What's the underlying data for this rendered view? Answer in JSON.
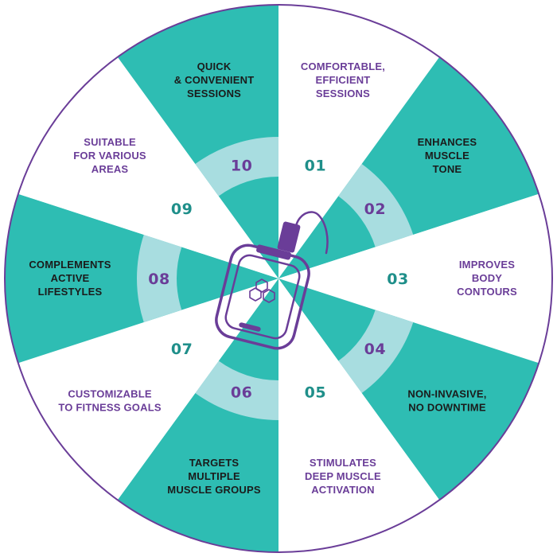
{
  "colors": {
    "teal": "#2ebdb3",
    "teal_light": "#a8dde0",
    "purple": "#6a3d98",
    "dark_text": "#1b1b1b",
    "ring": "#6a3d98",
    "white": "#ffffff"
  },
  "center_icon": "ems-pad-device-icon",
  "segments": [
    {
      "number": "01",
      "label": "COMFORTABLE,\nEFFICIENT\nSESSIONS",
      "fill": "white"
    },
    {
      "number": "02",
      "label": "ENHANCES\nMUSCLE\nTONE",
      "fill": "teal"
    },
    {
      "number": "03",
      "label": "IMPROVES\nBODY\nCONTOURS",
      "fill": "white"
    },
    {
      "number": "04",
      "label": "NON-INVASIVE,\nNO DOWNTIME",
      "fill": "teal"
    },
    {
      "number": "05",
      "label": "STIMULATES\nDEEP MUSCLE\nACTIVATION",
      "fill": "white"
    },
    {
      "number": "06",
      "label": "TARGETS\nMULTIPLE\nMUSCLE GROUPS",
      "fill": "teal"
    },
    {
      "number": "07",
      "label": "CUSTOMIZABLE\nTO FITNESS GOALS",
      "fill": "white"
    },
    {
      "number": "08",
      "label": "COMPLEMENTS\nACTIVE\nLIFESTYLES",
      "fill": "teal"
    },
    {
      "number": "09",
      "label": "SUITABLE\nFOR VARIOUS\nAREAS",
      "fill": "white"
    },
    {
      "number": "10",
      "label": "QUICK\n& CONVENIENT\nSESSIONS",
      "fill": "teal"
    }
  ]
}
